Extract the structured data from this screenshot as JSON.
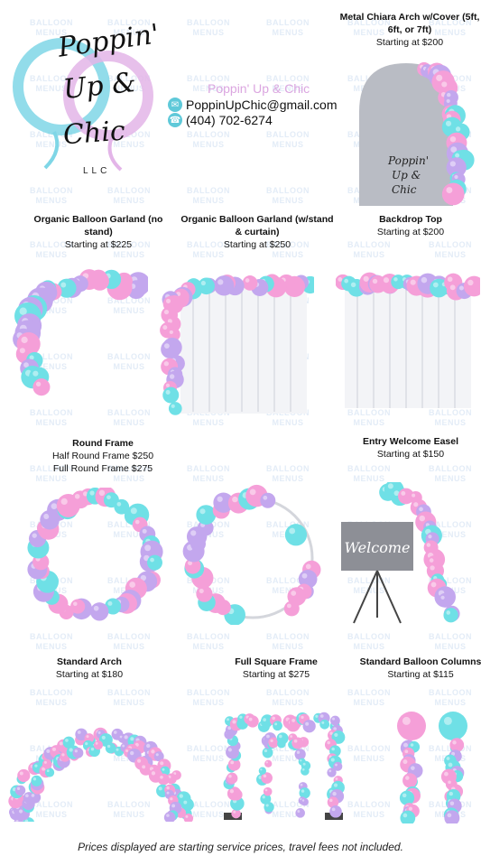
{
  "logo": {
    "line1": "Poppin'",
    "line2": "Up &",
    "line3": "Chic",
    "llc": "LLC"
  },
  "contact": {
    "brand": "Poppin' Up & Chic",
    "email": "PoppinUpChic@gmail.com",
    "phone": "(404) 702-6274",
    "email_icon": "email-icon",
    "phone_icon": "phone-icon"
  },
  "watermark": {
    "line1": "BALLOON",
    "line2": "MENUS"
  },
  "items": {
    "chiara": {
      "title": "Metal Chiara Arch w/Cover (5ft, 6ft, or 7ft)",
      "price": "Starting at $200",
      "cover_text": "Poppin' Up & Chic"
    },
    "garland_no_stand": {
      "title": "Organic Balloon Garland (no stand)",
      "price": "Starting at $225"
    },
    "garland_stand": {
      "title": "Organic Balloon Garland (w/stand & curtain)",
      "price": "Starting at $250"
    },
    "backdrop_top": {
      "title": "Backdrop Top",
      "price": "Starting at $200"
    },
    "round_frame": {
      "title": "Round Frame",
      "price_half": "Half Round Frame $250",
      "price_full": "Full Round Frame $275"
    },
    "easel": {
      "title": "Entry Welcome Easel",
      "price": "Starting at $150",
      "sign_text": "Welcome"
    },
    "standard_arch": {
      "title": "Standard Arch",
      "price": "Starting at $180"
    },
    "square_frame": {
      "title": "Full Square Frame",
      "price": "Starting at $275"
    },
    "columns": {
      "title": "Standard Balloon Columns",
      "price": "Starting at $115"
    }
  },
  "footer": "Prices displayed are starting service prices, travel fees not included.",
  "colors": {
    "pink": "#f59fd8",
    "teal": "#6fe0e6",
    "lavender": "#c3a7ee",
    "white_balloon": "#f1f3f8",
    "watermark": "#e3ecf7"
  }
}
